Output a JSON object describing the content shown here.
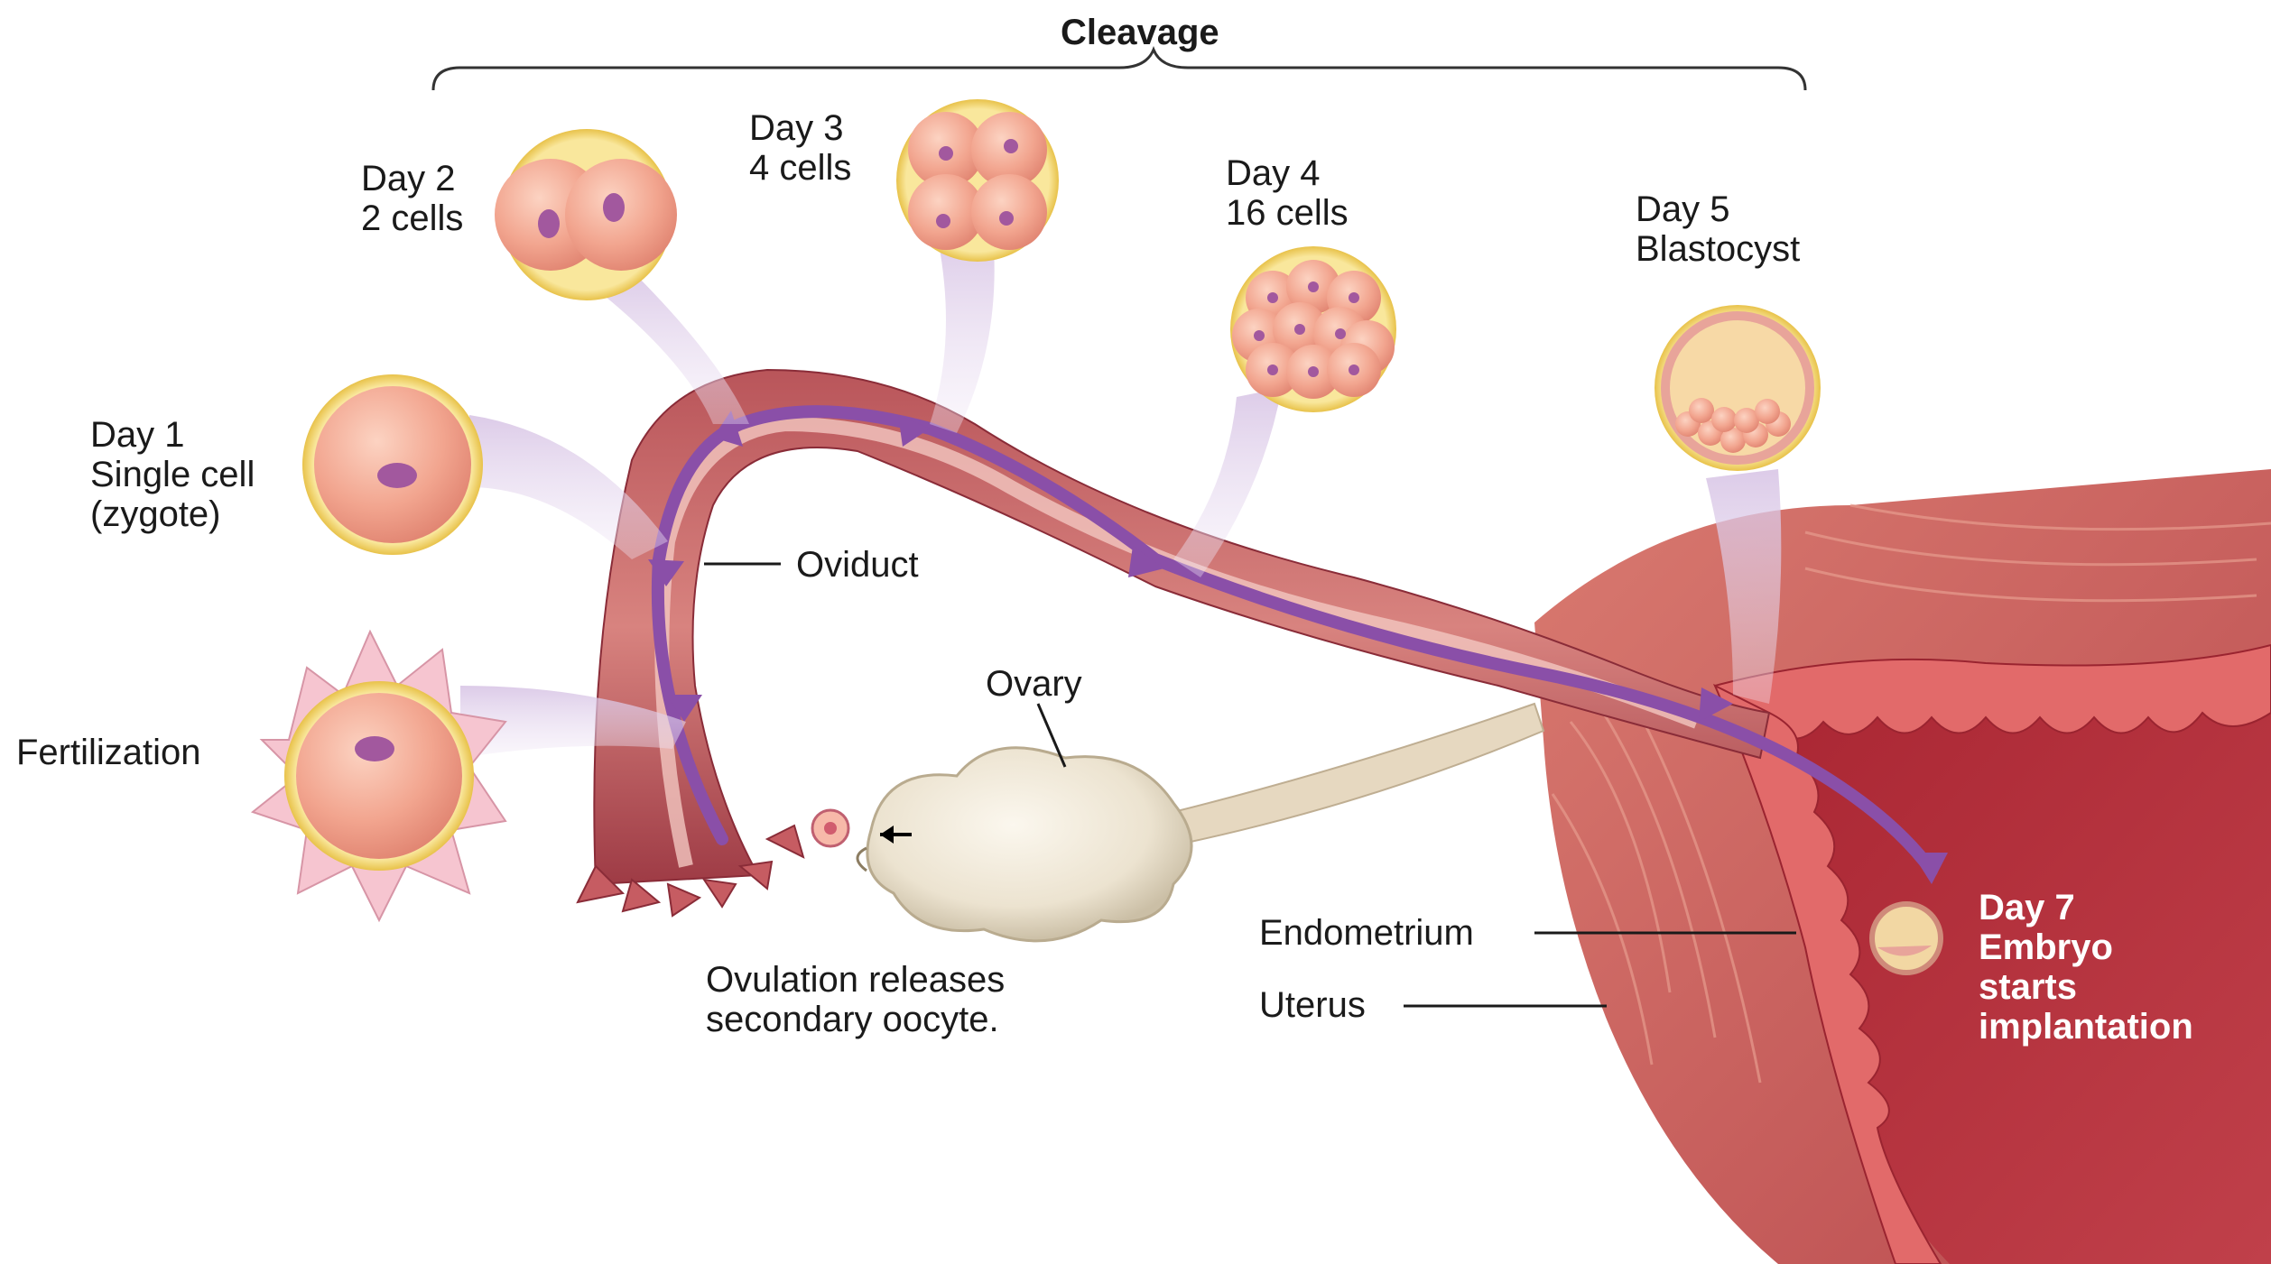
{
  "title": "Cleavage",
  "stages": {
    "fertilization": {
      "label": "Fertilization"
    },
    "day1": {
      "day": "Day 1",
      "line1": "Single cell",
      "line2": "(zygote)"
    },
    "day2": {
      "day": "Day 2",
      "line1": "2 cells"
    },
    "day3": {
      "day": "Day 3",
      "line1": "4 cells"
    },
    "day4": {
      "day": "Day 4",
      "line1": "16 cells"
    },
    "day5": {
      "day": "Day 5",
      "line1": "Blastocyst"
    },
    "day7": {
      "day": "Day 7",
      "line1": "Embryo",
      "line2": "starts",
      "line3": "implantation"
    }
  },
  "structures": {
    "oviduct": "Oviduct",
    "ovary": "Ovary",
    "endometrium": "Endometrium",
    "uterus": "Uterus",
    "ovulation_line1": "Ovulation releases",
    "ovulation_line2": "secondary oocyte."
  },
  "colors": {
    "cell_fill": "#f2a58f",
    "zona": "#f5d564",
    "nucleus": "#a2589e",
    "path_arrow": "#8a4fa8",
    "uterus_wall": "#c94a4e",
    "uterus_cavity": "#b22a36",
    "ovary": "#ece3d0"
  }
}
